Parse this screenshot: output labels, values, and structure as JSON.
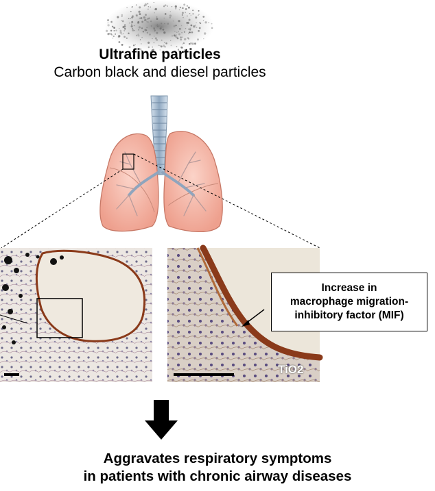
{
  "header": {
    "title": "Ultrafine particles",
    "subtitle": "Carbon black and diesel particles"
  },
  "callout": {
    "lines": [
      "Increase in",
      "macrophage migration-",
      "inhibitory factor (MIF)"
    ]
  },
  "micrograph": {
    "label": "TiO2"
  },
  "conclusion": {
    "line1": "Aggravates respiratory symptoms",
    "line2": "in patients with chronic airway diseases"
  },
  "colors": {
    "particles": "#8a8a8a",
    "trachea": "#9fb4c8",
    "lung_fill": "#f4b6a8",
    "lung_stroke": "#c97867",
    "tissue_bg": "#e9e4de",
    "epithelium": "#8a3a1a",
    "arrow": "#000000"
  },
  "icons": [
    "particle-cloud-icon",
    "lungs-icon",
    "down-arrow-icon"
  ]
}
